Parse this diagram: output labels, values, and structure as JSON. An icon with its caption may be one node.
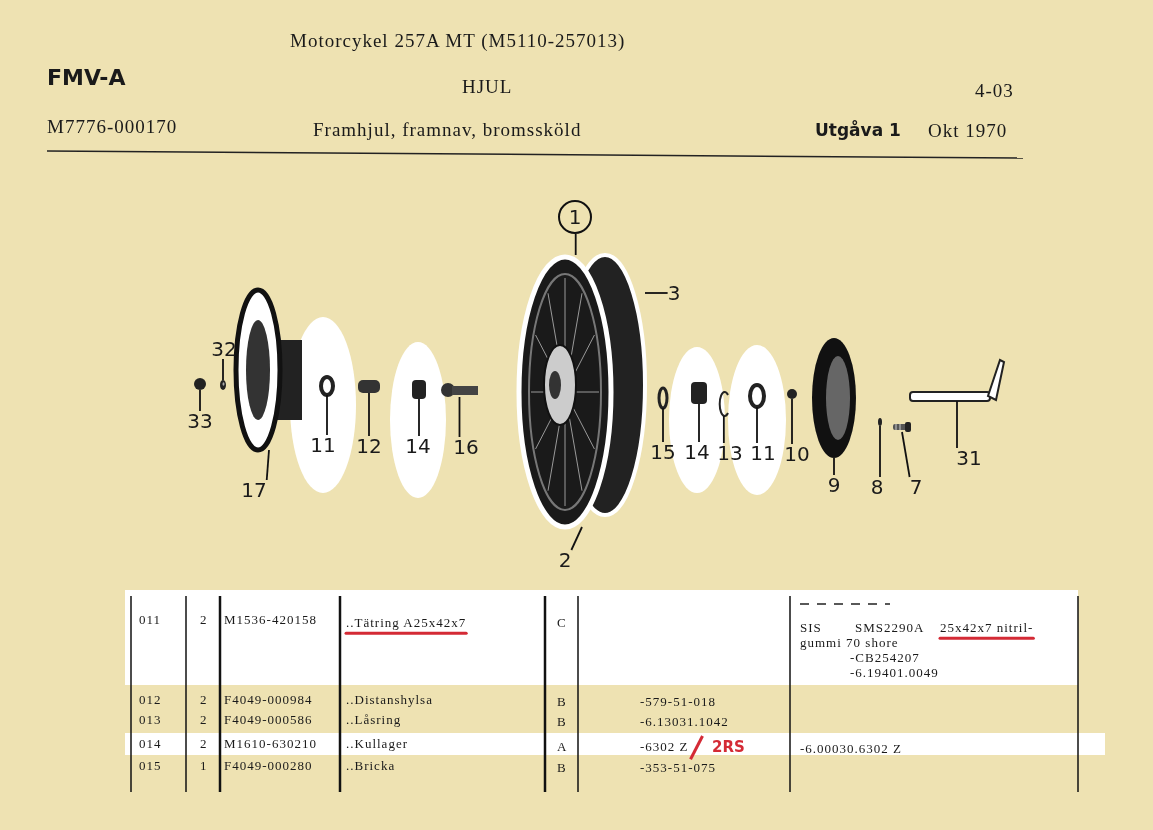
{
  "diagram": {
    "nodes": [
      {
        "text": [
          "1"
        ]
      },
      {
        "text": [
          "3"
        ]
      },
      {
        "text": [
          "32"
        ]
      },
      {
        "text": [
          "33"
        ]
      },
      {
        "text": [
          "11"
        ]
      },
      {
        "text": [
          "12"
        ]
      },
      {
        "text": [
          "14"
        ]
      },
      {
        "text": [
          "16"
        ]
      },
      {
        "text": [
          "15"
        ]
      },
      {
        "text": [
          "14"
        ]
      },
      {
        "text": [
          "13"
        ]
      },
      {
        "text": [
          "11"
        ]
      },
      {
        "text": [
          "10"
        ]
      },
      {
        "text": [
          "31"
        ]
      },
      {
        "text": [
          "17"
        ]
      },
      {
        "text": [
          "9"
        ]
      },
      {
        "text": [
          "8"
        ]
      },
      {
        "text": [
          "7"
        ]
      },
      {
        "text": [
          "2"
        ]
      },
      {
        "text": [],
        "shape": "picture"
      },
      {
        "text": [],
        "shape": "picture"
      },
      {
        "text": [],
        "shape": "picture"
      },
      {
        "text": [],
        "shape": "picture"
      },
      {
        "text": [],
        "shape": "picture"
      },
      {
        "text": [],
        "shape": "picture"
      },
      {
        "text": [],
        "shape": "picture"
      },
      {
        "text": [],
        "shape": "picture"
      },
      {
        "text": [],
        "shape": "picture"
      },
      {
        "text": [],
        "shape": "picture"
      },
      {
        "text": [],
        "shape": "picture"
      },
      {
        "text": [],
        "shape": "picture"
      },
      {
        "text": [],
        "shape": "picture"
      },
      {
        "text": [],
        "shape": "picture"
      },
      {
        "text": [],
        "shape": "picture"
      },
      {
        "text": [],
        "shape": "picture"
      },
      {
        "text": [],
        "shape": "picture"
      }
    ],
    "edges": [
      {
        "from": 0,
        "to": 26,
        "arrow": "none"
      },
      {
        "from": 1,
        "to": 26,
        "arrow": "none"
      },
      {
        "from": 2,
        "to": 20,
        "arrow": "none"
      },
      {
        "from": 3,
        "to": 19,
        "arrow": "none"
      },
      {
        "from": 4,
        "to": 22,
        "arrow": "none"
      },
      {
        "from": 5,
        "to": 23,
        "arrow": "none"
      },
      {
        "from": 6,
        "to": 24,
        "arrow": "none"
      },
      {
        "from": 7,
        "to": 25,
        "arrow": "none"
      },
      {
        "from": 8,
        "to": 27,
        "arrow": "none"
      },
      {
        "from": 9,
        "to": 28,
        "arrow": "none"
      },
      {
        "from": 10,
        "to": 29,
        "arrow": "none"
      },
      {
        "from": 11,
        "to": 30,
        "arrow": "none"
      },
      {
        "from": 12,
        "to": 31,
        "arrow": "none"
      },
      {
        "from": 13,
        "to": 35,
        "arrow": "none"
      },
      {
        "from": 14,
        "to": 21,
        "arrow": "none"
      },
      {
        "from": 15,
        "to": 32,
        "arrow": "none"
      },
      {
        "from": 16,
        "to": 33,
        "arrow": "none"
      },
      {
        "from": 17,
        "to": 34,
        "arrow": "none"
      },
      {
        "from": 18,
        "to": 26,
        "arrow": "none"
      }
    ],
    "labels": [
      "Motorcykel 257A MT (M5110-257013)",
      "FMV-A",
      "HJUL",
      "4-03",
      "M7776-000170",
      "Framhjul, framnav, bromssköld",
      "Utgåva 1",
      "Okt 1970",
      "011",
      "2",
      "M1536-420158",
      "..Tätring A25x42x7",
      "C",
      "SIS",
      "SMS2290A",
      "25x42x7 nitril-",
      "gummi 70 shore",
      "-CB254207",
      "-6.19401.0049",
      "012",
      "2",
      "F4049-000984",
      "..Distanshylsa",
      "B",
      "-579-51-018",
      "013",
      "2",
      "F4049-000586",
      "..Låsring",
      "B",
      "-6.13031.1042",
      "014",
      "2",
      "M1610-630210",
      "..Kullager",
      "A",
      "-6302 Z",
      "2RS",
      "-6.00030.6302 Z",
      "015",
      "1",
      "F4049-000280",
      "..Bricka",
      "B",
      "-353-51-075"
    ]
  }
}
